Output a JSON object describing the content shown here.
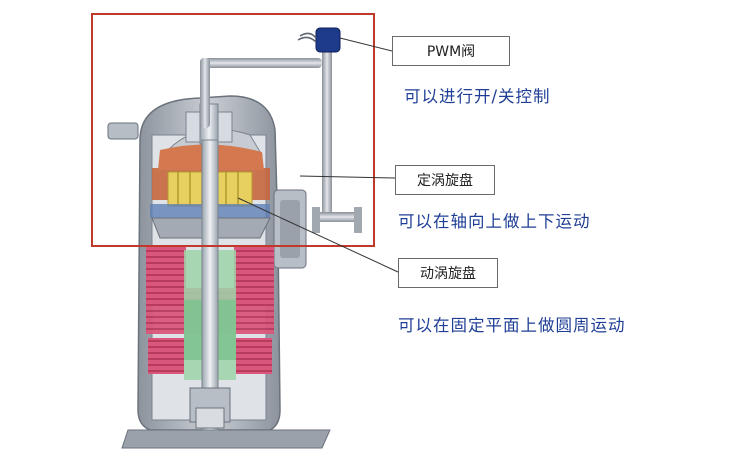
{
  "colors": {
    "highlight_frame": "#c0392b",
    "description_text": "#1f3f96",
    "callout_border": "#6a6a6a",
    "shell": "#a9afb7",
    "pwm_valve": "#1e3a8a",
    "fixed_scroll": "#c8663e",
    "orbiting_scroll": "#e3c94a",
    "motor_winding": "#d9577a"
  },
  "callouts": [
    {
      "label": "PWM阀",
      "description": "可以进行开/关控制"
    },
    {
      "label": "定涡旋盘",
      "description": "可以在轴向上做上下运动"
    },
    {
      "label": "动涡旋盘",
      "description": "可以在固定平面上做圆周运动"
    }
  ]
}
